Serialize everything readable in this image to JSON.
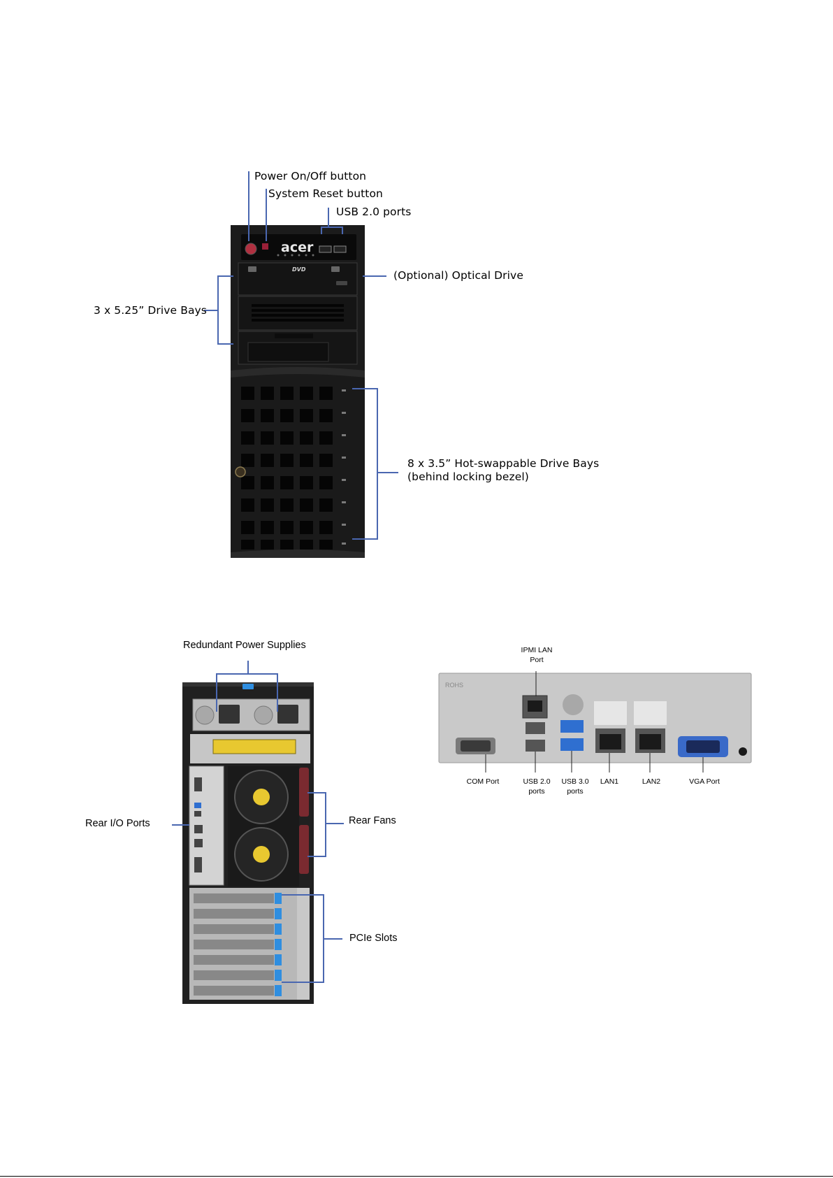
{
  "front": {
    "power_button": "Power On/Off button",
    "reset_button": "System Reset button",
    "usb_ports": "USB 2.0 ports",
    "optical_drive": "(Optional) Optical Drive",
    "drive_bays_525": "3 x 5.25” Drive Bays",
    "hotswap_bays_line1": "8 x 3.5” Hot-swappable Drive Bays",
    "hotswap_bays_line2": "(behind locking bezel)",
    "brand_logo": "acer",
    "dvd_logo": "DVD"
  },
  "rear": {
    "power_supplies": "Redundant Power Supplies",
    "io_ports": "Rear I/O Ports",
    "rear_fans": "Rear Fans",
    "pcie_slots": "PCIe Slots"
  },
  "io_panel": {
    "ipmi_line1": "IPMI LAN",
    "ipmi_line2": "Port",
    "com_port": "COM Port",
    "usb2_line1": "USB 2.0",
    "usb2_line2": "ports",
    "usb3_line1": "USB 3.0",
    "usb3_line2": "ports",
    "lan1": "LAN1",
    "lan2": "LAN2",
    "vga_port": "VGA Port",
    "rohs_mark": "ROHS"
  },
  "colors": {
    "callout_line": "#4a67b0",
    "chassis_dark": "#1e1e1e",
    "chassis_black": "#111111",
    "io_shield": "#c9c9c9",
    "usb3_blue": "#2f6fd0",
    "pcie_clip_blue": "#2f8ee0",
    "vga_blue": "#3a6ac8",
    "power_button_red": "#b03040",
    "fan_handle_red": "#7a2a30"
  }
}
